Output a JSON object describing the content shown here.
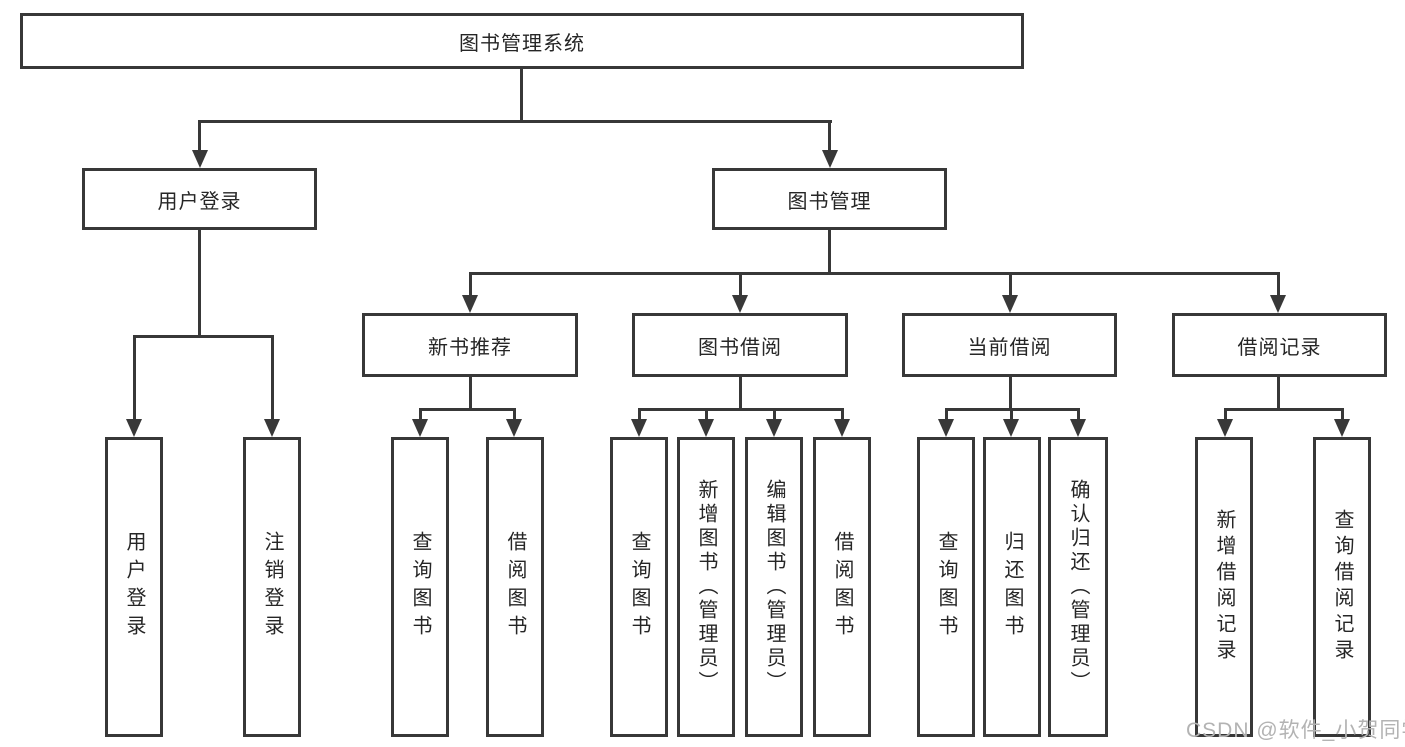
{
  "diagram_title": "图书管理系统",
  "tree": {
    "label": "图书管理系统",
    "children": [
      {
        "label": "用户登录",
        "children": [
          {
            "label": "用户登录"
          },
          {
            "label": "注销登录"
          }
        ]
      },
      {
        "label": "图书管理",
        "children": [
          {
            "label": "新书推荐",
            "children": [
              {
                "label": "查询图书"
              },
              {
                "label": "借阅图书"
              }
            ]
          },
          {
            "label": "图书借阅",
            "children": [
              {
                "label": "查询图书"
              },
              {
                "label": "新增图书（管理员）"
              },
              {
                "label": "编辑图书（管理员）"
              },
              {
                "label": "借阅图书"
              }
            ]
          },
          {
            "label": "当前借阅",
            "children": [
              {
                "label": "查询图书"
              },
              {
                "label": "归还图书"
              },
              {
                "label": "确认归还（管理员）"
              }
            ]
          },
          {
            "label": "借阅记录",
            "children": [
              {
                "label": "新增借阅记录"
              },
              {
                "label": "查询借阅记录"
              }
            ]
          }
        ]
      }
    ]
  },
  "watermark": {
    "text": "CSDN @软件_小贺同学"
  },
  "colors": {
    "line": "#383838",
    "text": "#262626",
    "watermark": "#b3b3b3",
    "background": "#ffffff"
  }
}
